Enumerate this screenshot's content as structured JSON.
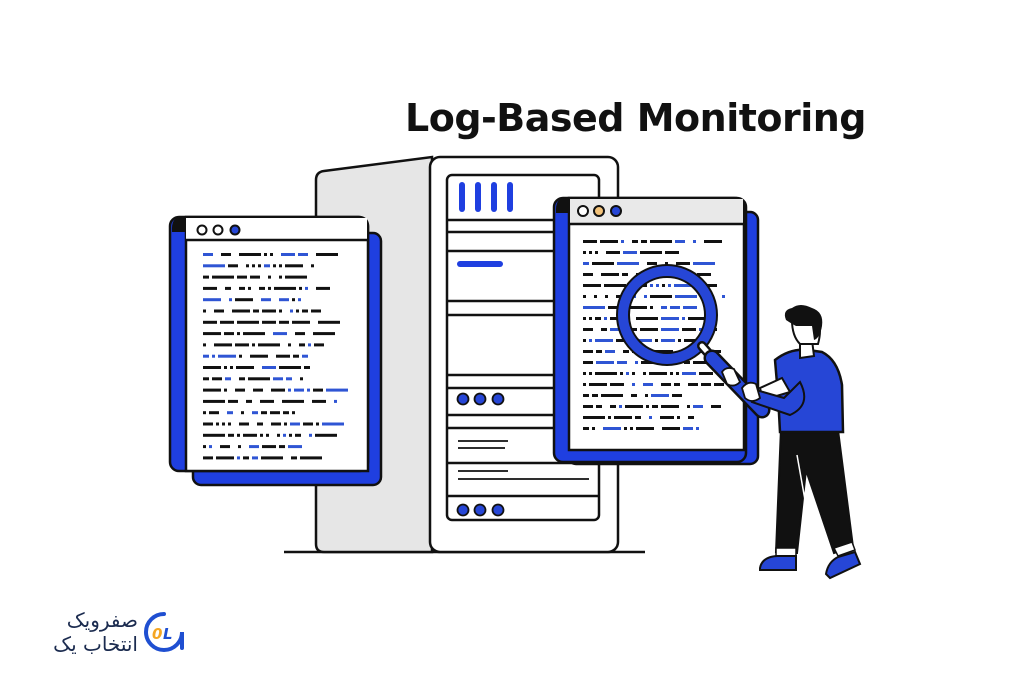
{
  "title": "Log-Based Monitoring",
  "brand": {
    "line1": "صفرویک",
    "line2": "انتخاب یک",
    "mark": "0L",
    "colors": {
      "ring": "#1f4fd1",
      "accent": "#f5a623",
      "text": "#1b2b4f"
    }
  },
  "colors": {
    "primary_blue": "#1f3fe0",
    "dark": "#111111",
    "server_side": "#e6e6e6",
    "window_bar": "#e9e9e9",
    "dot_yellow": "#f2c27a"
  },
  "illustration": {
    "left_window": {
      "dots": [
        "outline",
        "outline",
        "blue"
      ],
      "log_lines": 19
    },
    "server": {
      "bars": 4,
      "led_groups": 2,
      "leds_per_group": 3
    },
    "right_window": {
      "dots": [
        "outline",
        "yellow",
        "blue"
      ],
      "log_lines": 18
    },
    "icons": [
      "magnifier-icon",
      "person-figure"
    ]
  }
}
